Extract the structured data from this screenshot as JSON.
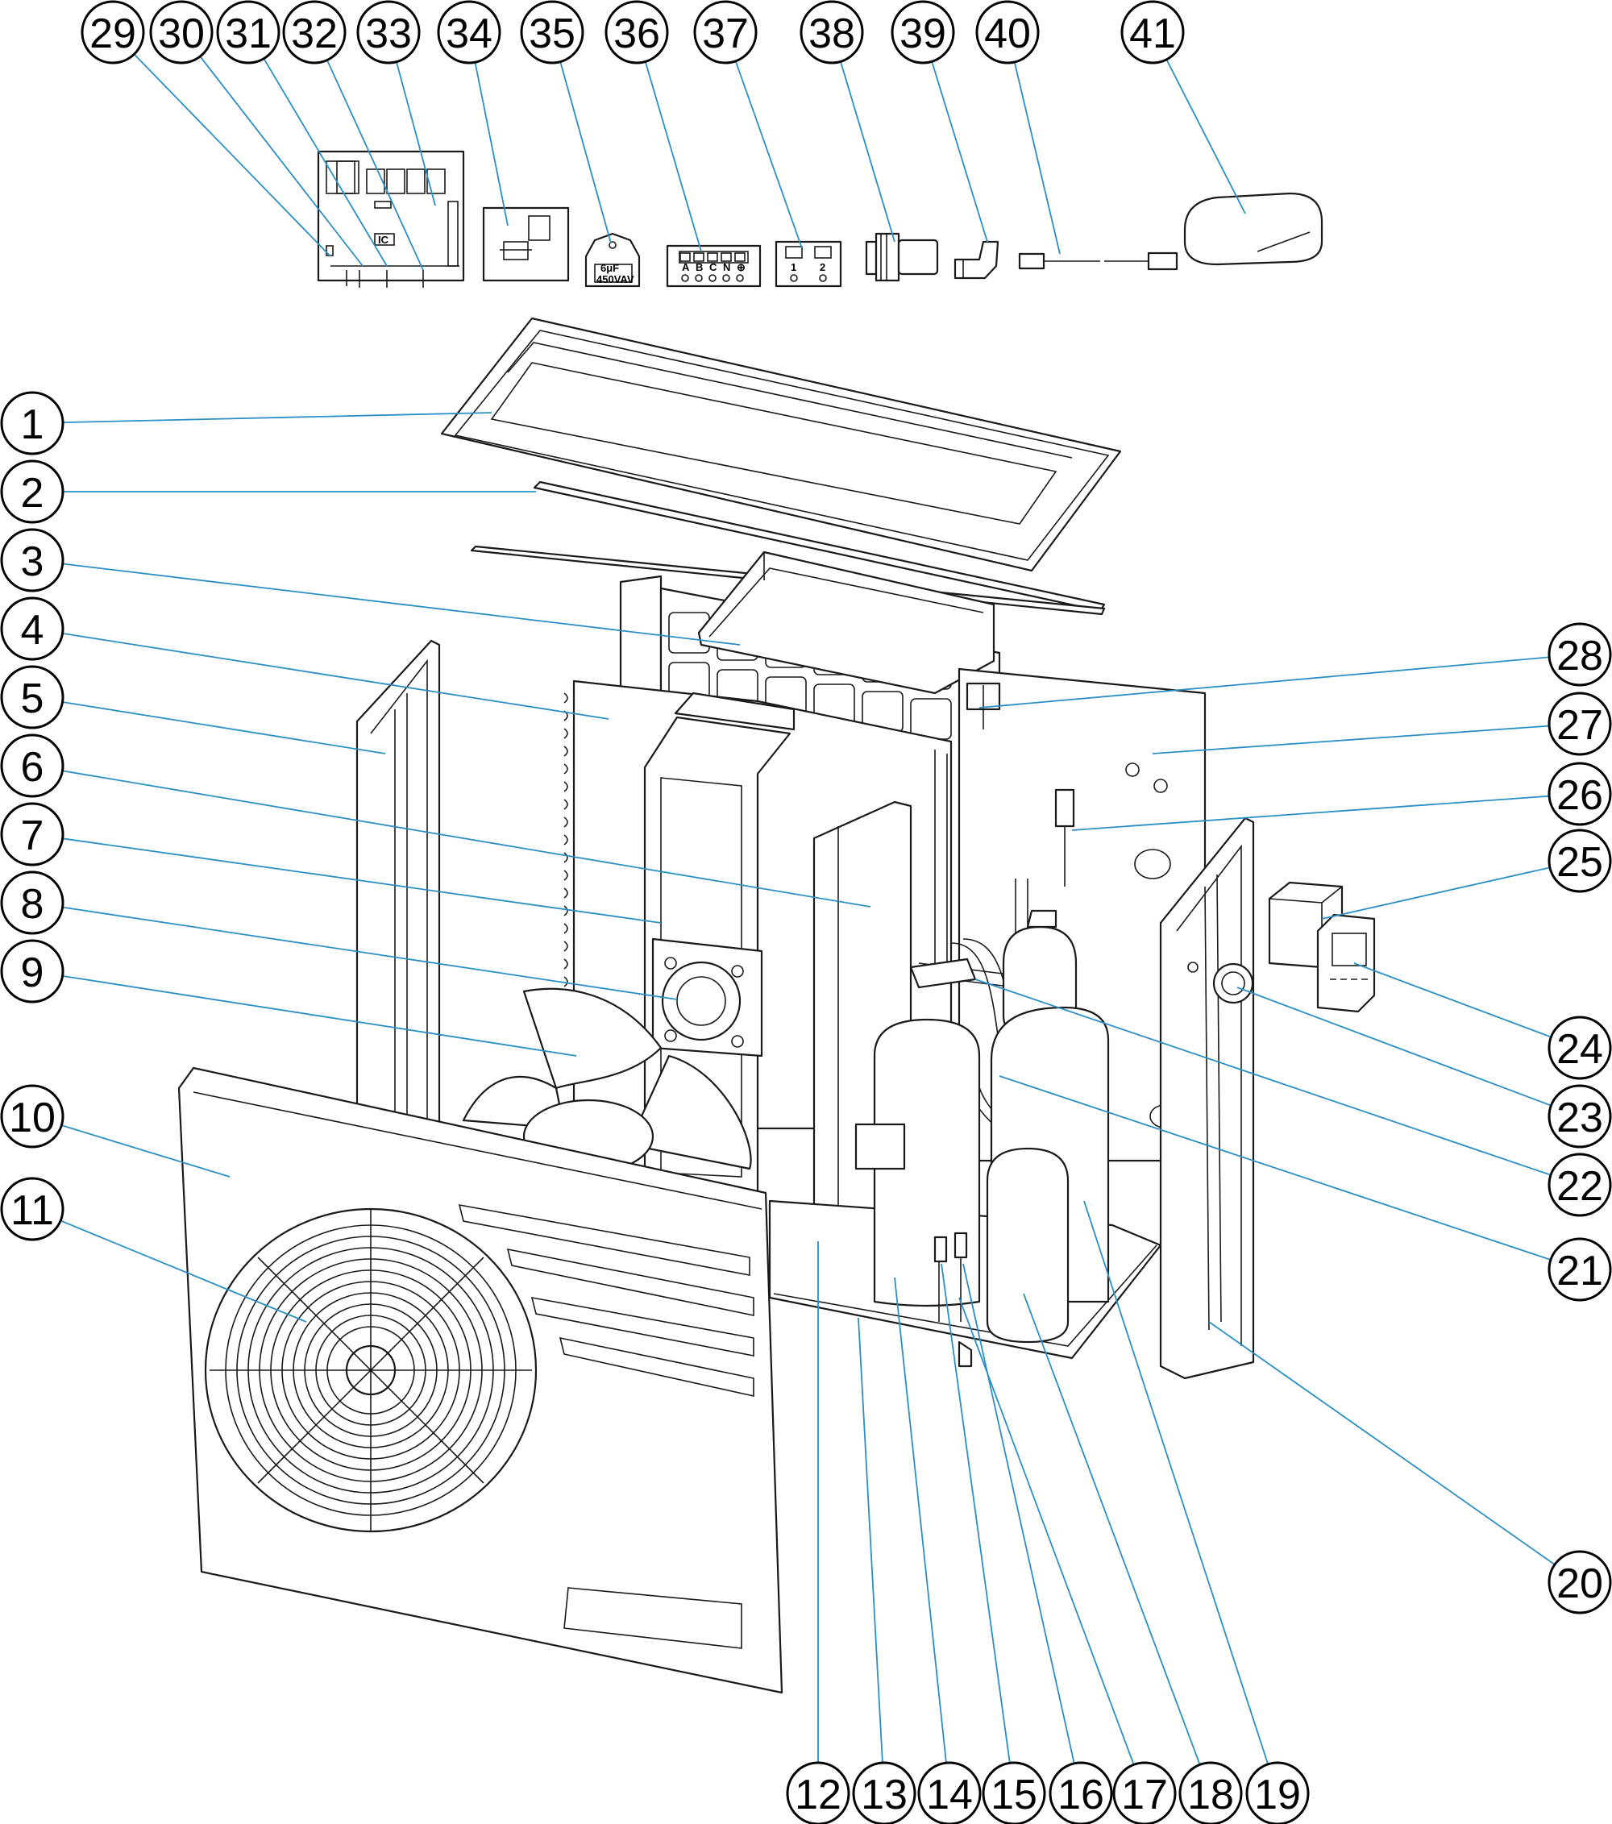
{
  "diagram": {
    "callouts": [
      {
        "label": "1"
      },
      {
        "label": "2"
      },
      {
        "label": "3"
      },
      {
        "label": "4"
      },
      {
        "label": "5"
      },
      {
        "label": "6"
      },
      {
        "label": "7"
      },
      {
        "label": "8"
      },
      {
        "label": "9"
      },
      {
        "label": "10"
      },
      {
        "label": "11"
      },
      {
        "label": "12"
      },
      {
        "label": "13"
      },
      {
        "label": "14"
      },
      {
        "label": "15"
      },
      {
        "label": "16"
      },
      {
        "label": "17"
      },
      {
        "label": "18"
      },
      {
        "label": "19"
      },
      {
        "label": "20"
      },
      {
        "label": "21"
      },
      {
        "label": "22"
      },
      {
        "label": "23"
      },
      {
        "label": "24"
      },
      {
        "label": "25"
      },
      {
        "label": "26"
      },
      {
        "label": "27"
      },
      {
        "label": "28"
      },
      {
        "label": "29"
      },
      {
        "label": "30"
      },
      {
        "label": "31"
      },
      {
        "label": "32"
      },
      {
        "label": "33"
      },
      {
        "label": "34"
      },
      {
        "label": "35"
      },
      {
        "label": "36"
      },
      {
        "label": "37"
      },
      {
        "label": "38"
      },
      {
        "label": "39"
      },
      {
        "label": "40"
      },
      {
        "label": "41"
      }
    ],
    "capacitor_label_1": "6μF",
    "capacitor_label_2": "450VAV",
    "board_ic_label": "IC",
    "terminal_labels": [
      "A",
      "B",
      "C",
      "N",
      "⊕"
    ],
    "terminal2_labels": [
      "1",
      "2"
    ]
  },
  "colors": {
    "leader": "#2a8fc4",
    "outline": "#1a1a1a",
    "background": "#ffffff"
  }
}
